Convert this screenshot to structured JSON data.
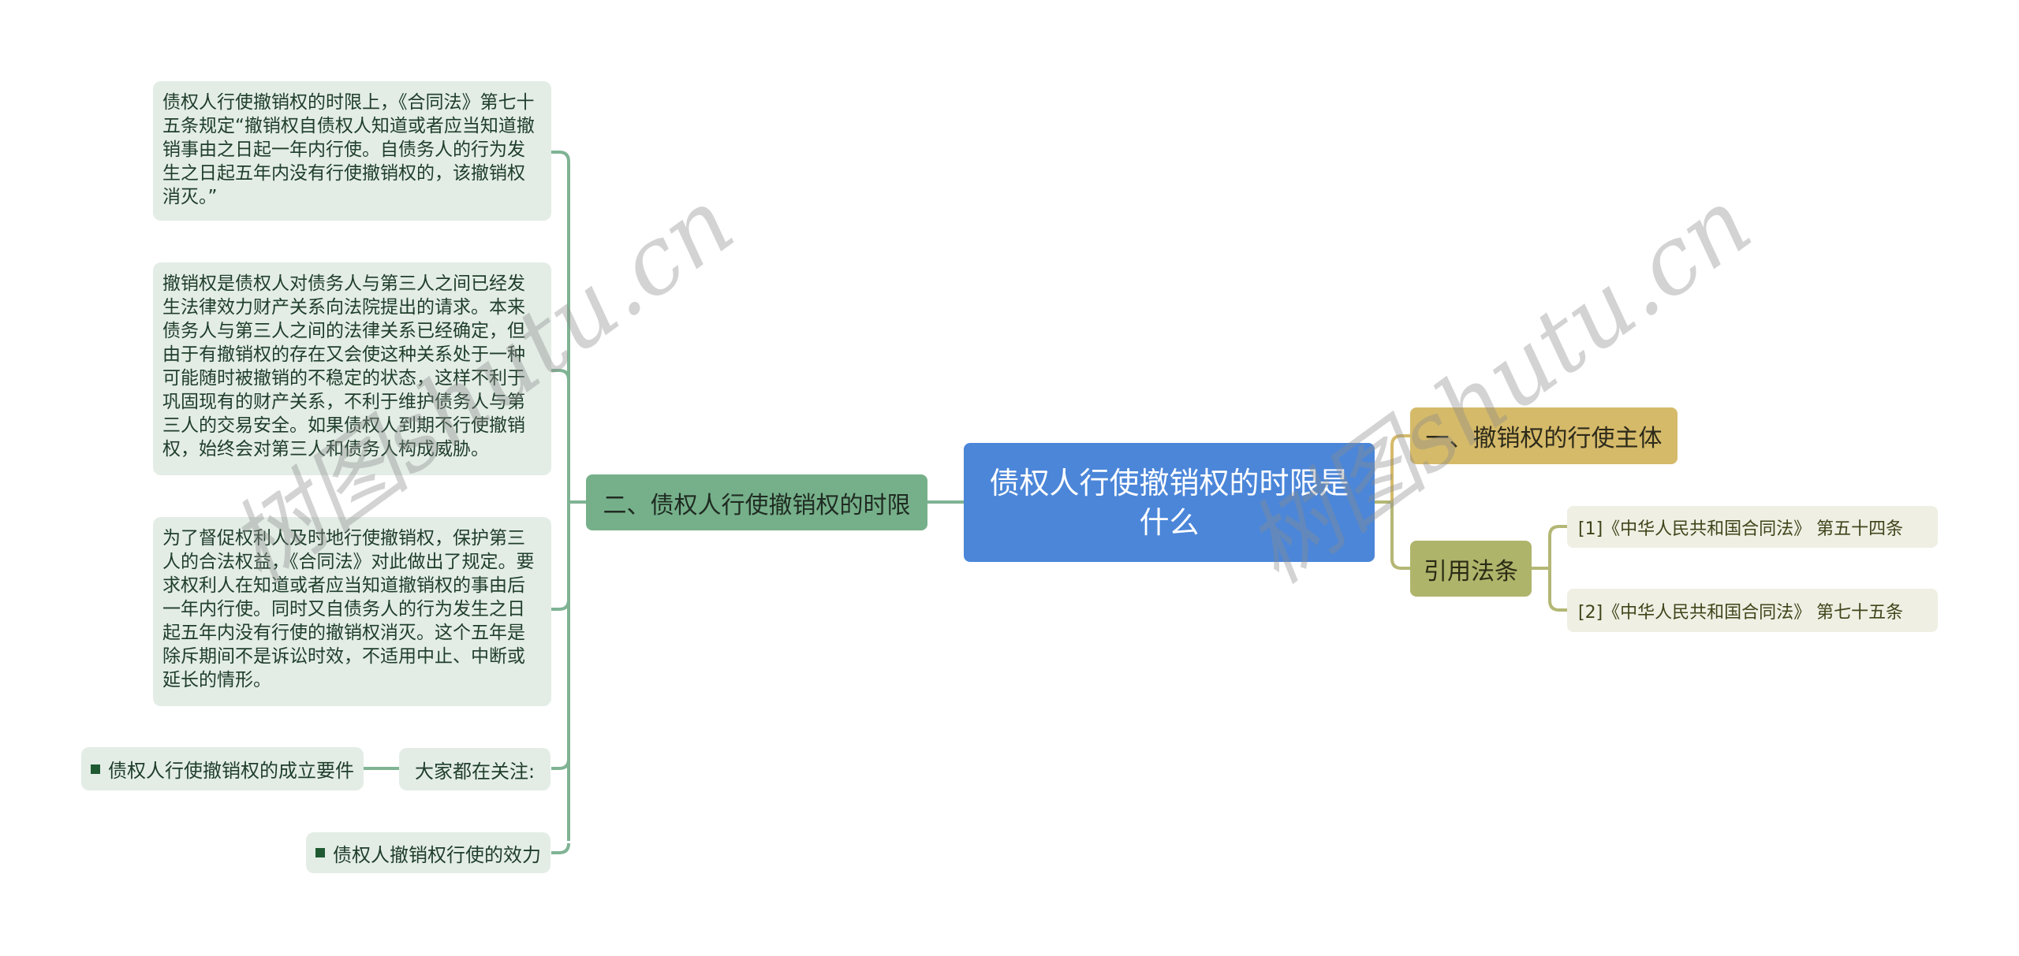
{
  "central": {
    "title": "债权人行使撤销权的时限是什么"
  },
  "left_branch": {
    "label": "二、债权人行使撤销权的时限",
    "children": [
      {
        "text": "债权人行使撤销权的时限上，《合同法》第七十五条规定“撤销权自债权人知道或者应当知道撤销事由之日起一年内行使。自债务人的行为发生之日起五年内没有行使撤销权的，该撤销权消灭。”"
      },
      {
        "text": "撤销权是债权人对债务人与第三人之间已经发生法律效力财产关系向法院提出的请求。本来债务人与第三人之间的法律关系已经确定，但由于有撤销权的存在又会使这种关系处于一种可能随时被撤销的不稳定的状态，这样不利于巩固现有的财产关系，不利于维护债务人与第三人的交易安全。如果债权人到期不行使撤销权，始终会对第三人和债务人构成威胁。"
      },
      {
        "text": "为了督促权利人及时地行使撤销权，保护第三人的合法权益，《合同法》对此做出了规定。要求权利人在知道或者应当知道撤销权的事由后一年内行使。同时又自债务人的行为发生之日起五年内没有行使的撤销权消灭。这个五年是除斥期间不是诉讼时效，不适用中止、中断或延长的情形。"
      }
    ],
    "related": {
      "label": "大家都在关注:",
      "links": [
        {
          "text": "债权人行使撤销权的成立要件",
          "icon": "bullet-square-icon"
        }
      ]
    },
    "extra_link": {
      "text": "债权人撤销权行使的效力",
      "icon": "bullet-square-icon"
    }
  },
  "right_branches": {
    "subject": {
      "label": "一、撤销权的行使主体"
    },
    "citations": {
      "label": "引用法条",
      "items": [
        {
          "text": "[1]《中华人民共和国合同法》 第五十四条"
        },
        {
          "text": "[2]《中华人民共和国合同法》 第七十五条"
        }
      ]
    }
  },
  "watermarks": [
    "树图shutu.cn",
    "树图shutu.cn"
  ],
  "colors": {
    "center": "#4b86d9",
    "left_branch": "#76b08a",
    "left_line": "#7fb394",
    "leaf_bg": "#e3ede6",
    "subject": "#d5ba6a",
    "citations": "#afb46b",
    "right_line": "#b4b775",
    "ref_bg": "#efefe3"
  }
}
